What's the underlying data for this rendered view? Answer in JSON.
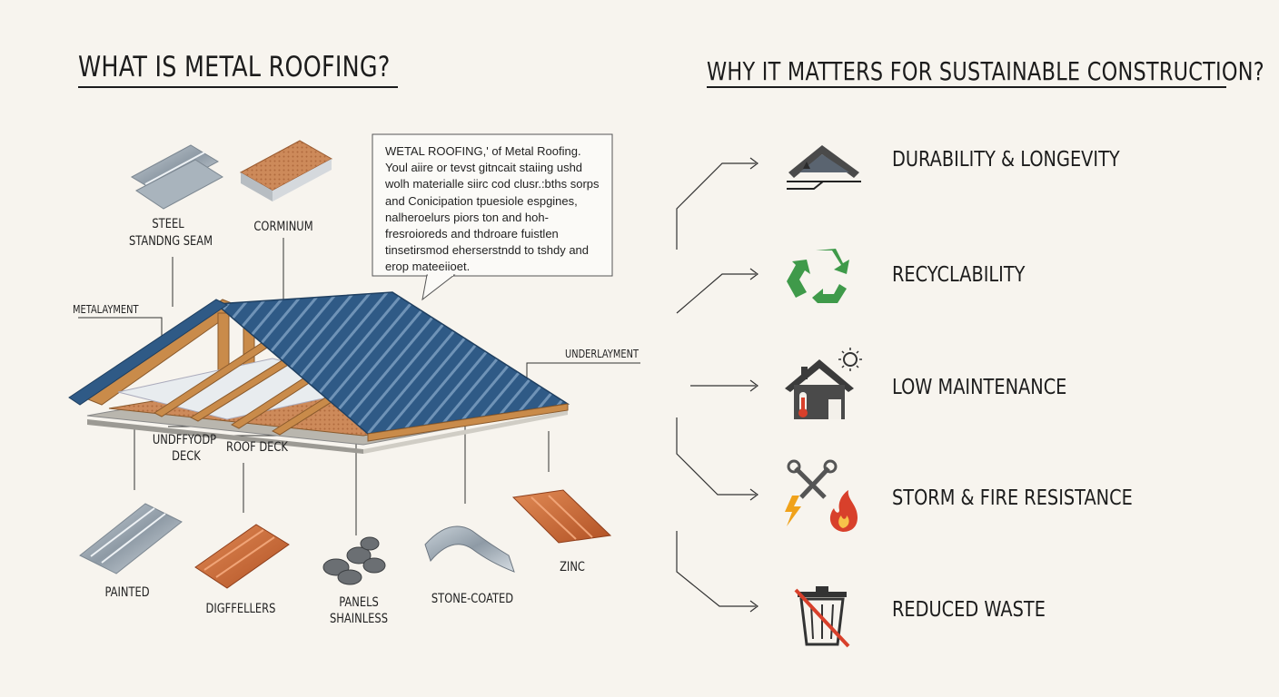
{
  "headings": {
    "left": "WHAT IS METAL ROOFING?",
    "right": "WHY IT MATTERS FOR SUSTAINABLE CONSTRUCTION?"
  },
  "callout": {
    "title": "WETAL ROOFING,' of Metal Roofing.",
    "body": "Youl aiire or tevst gitncait staiing ushd wolh materialle siirc cod clusr.:bths sorps and Conicipation tpuesiole espgines, nalheroelurs piors ton and hoh-fresroioreds and thdroare fuistlen tinsetirsmod eherserstndd to tshdy and erop mateeiioet."
  },
  "roof_labels": {
    "steel": "STEEL",
    "standing_seam": "STANDNG SEAM",
    "corminum": "CORMINUM",
    "metalayment": "METALAYMENT",
    "underlayment": "UNDERLAYMENT",
    "undeck_1": "UNDFFYODP",
    "undeck_2": "DECK",
    "roof_deck": "ROOF DECK"
  },
  "material_labels": {
    "painted": "PAINTED",
    "difellers": "DIGFFELLERS",
    "panels_1": "PANELS",
    "panels_2": "SHAINLESS",
    "stone_coated": "STONE-COATED",
    "zinc": "ZINC"
  },
  "benefits": [
    {
      "label": "DURABILITY & LONGEVITY",
      "icon": "roof-house-icon"
    },
    {
      "label": "RECYCLABILITY",
      "icon": "recycle-icon"
    },
    {
      "label": "LOW MAINTENANCE",
      "icon": "house-thermometer-sun-icon"
    },
    {
      "label": "STORM & FIRE RESISTANCE",
      "icon": "tools-lightning-fire-icon"
    },
    {
      "label": "REDUCED WASTE",
      "icon": "crossed-trash-bin-icon"
    }
  ],
  "colors": {
    "roof_blue": "#2f5a86",
    "timber": "#c98b4a",
    "copper": "#c8663a",
    "recycle_green": "#3f9a4a",
    "alert_red": "#d8402b",
    "ink": "#1c1c1c"
  }
}
